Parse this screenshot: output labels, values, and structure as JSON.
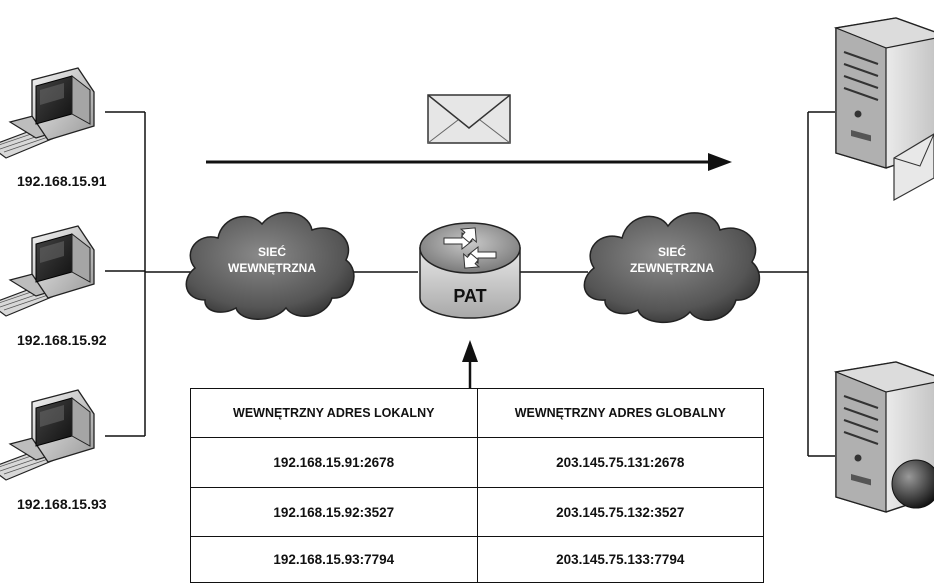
{
  "hosts": [
    {
      "ip": "192.168.15.91"
    },
    {
      "ip": "192.168.15.92"
    },
    {
      "ip": "192.168.15.93"
    }
  ],
  "inner_network": {
    "line1": "SIEĆ",
    "line2": "WEWNĘTRZNA"
  },
  "router": {
    "label": "PAT"
  },
  "outer_network": {
    "line1": "SIEĆ",
    "line2": "ZEWNĘTRZNA"
  },
  "icons": [
    "computer-icon",
    "cloud-icon",
    "router-icon",
    "envelope-icon",
    "server-icon",
    "arrow-right-icon",
    "arrow-up-icon"
  ],
  "nat_table": {
    "headers": [
      "WEWNĘTRZNY ADRES LOKALNY",
      "WEWNĘTRZNY ADRES GLOBALNY"
    ],
    "rows": [
      [
        "192.168.15.91:2678",
        "203.145.75.131:2678"
      ],
      [
        "192.168.15.92:3527",
        "203.145.75.132:3527"
      ],
      [
        "192.168.15.93:7794",
        "203.145.75.133:7794"
      ]
    ]
  }
}
